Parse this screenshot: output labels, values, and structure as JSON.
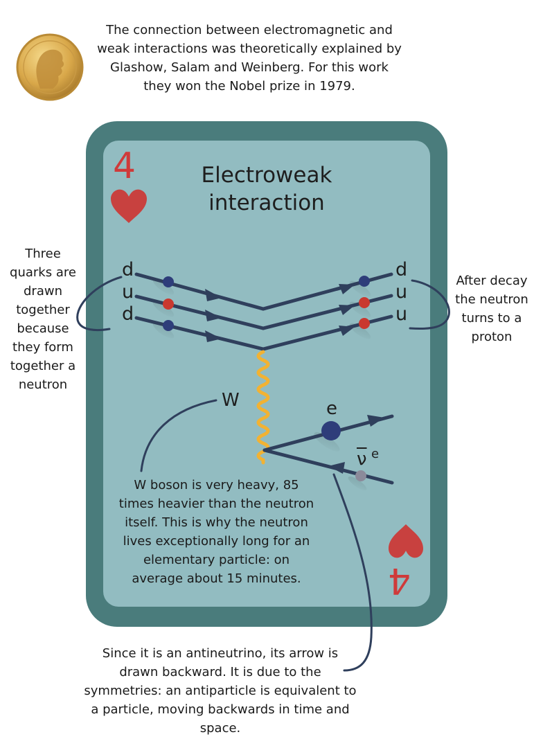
{
  "nobel": {
    "text": "The connection between electromagnetic and weak interactions was theoretically explained by Glashow, Salam and Weinberg. For this work they won the Nobel prize in 1979."
  },
  "card": {
    "rank": "4",
    "title": "Electroweak interaction",
    "colors": {
      "outer": "#4a7c7c",
      "inner": "#92bcc1",
      "heart": "#c8413f",
      "line": "#2f3f5c",
      "boson": "#f2b233",
      "blue": "#2e3d7a",
      "red": "#c9382f",
      "gray": "#8b8a9a"
    }
  },
  "quarks": {
    "left": [
      "d",
      "u",
      "d"
    ],
    "right": [
      "d",
      "u",
      "u"
    ]
  },
  "labels": {
    "w": "W",
    "electron": "e",
    "antineutrino": "ν",
    "antineutrino_sub": "e"
  },
  "notes": {
    "left": "Three quarks are drawn together because they form together a neutron",
    "right": "After decay the neutron turns to a proton",
    "w_boson": "W boson is very heavy, 85 times heavier than the neutron itself. This is why the neutron lives exceptionally long for an elementary particle: on average about 15 minutes.",
    "antineutrino": "Since it is an antineutrino, its arrow is drawn backward. It is due to the symmetries: an antiparticle is equivalent to a particle, moving backwards in time and space."
  }
}
